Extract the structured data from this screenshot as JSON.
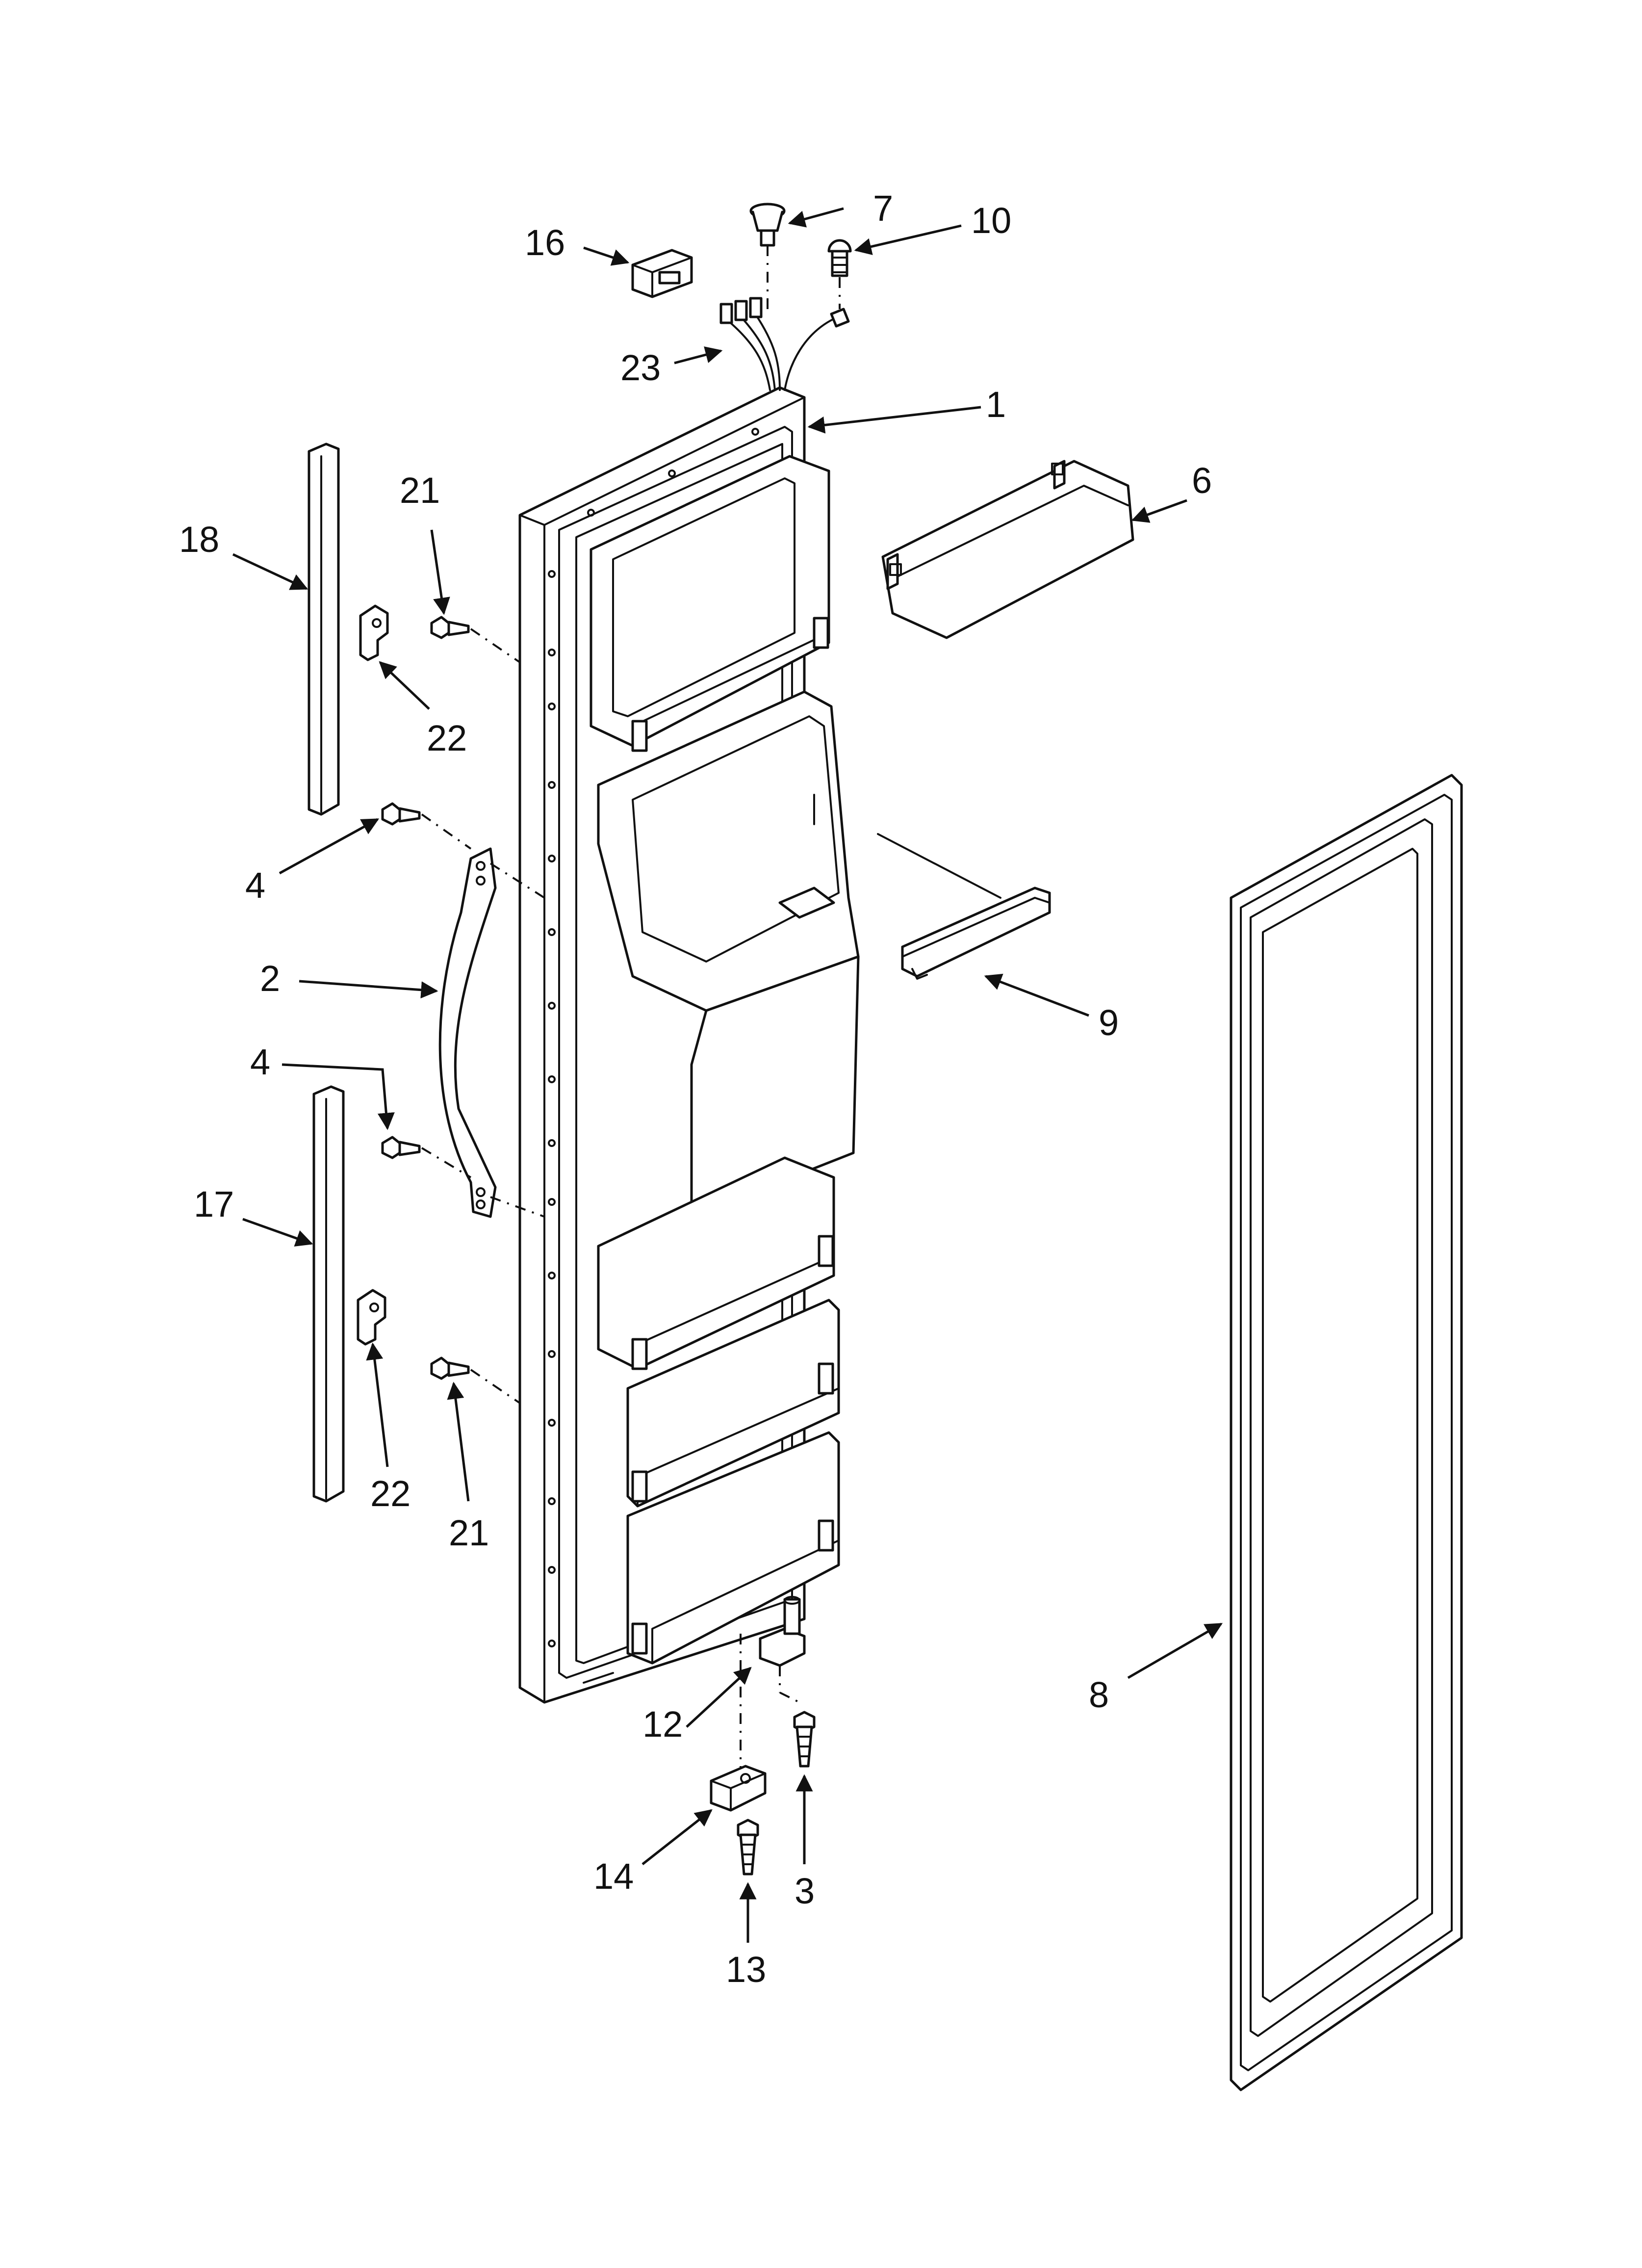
{
  "diagram": {
    "callouts": [
      {
        "id": "c1",
        "label": "1"
      },
      {
        "id": "c2",
        "label": "2"
      },
      {
        "id": "c3",
        "label": "3"
      },
      {
        "id": "c4a",
        "label": "4"
      },
      {
        "id": "c4b",
        "label": "4"
      },
      {
        "id": "c6",
        "label": "6"
      },
      {
        "id": "c7",
        "label": "7"
      },
      {
        "id": "c8",
        "label": "8"
      },
      {
        "id": "c9",
        "label": "9"
      },
      {
        "id": "c10",
        "label": "10"
      },
      {
        "id": "c12",
        "label": "12"
      },
      {
        "id": "c13",
        "label": "13"
      },
      {
        "id": "c14",
        "label": "14"
      },
      {
        "id": "c16",
        "label": "16"
      },
      {
        "id": "c17",
        "label": "17"
      },
      {
        "id": "c18",
        "label": "18"
      },
      {
        "id": "c21a",
        "label": "21"
      },
      {
        "id": "c21b",
        "label": "21"
      },
      {
        "id": "c22a",
        "label": "22"
      },
      {
        "id": "c22b",
        "label": "22"
      },
      {
        "id": "c23",
        "label": "23"
      }
    ]
  }
}
